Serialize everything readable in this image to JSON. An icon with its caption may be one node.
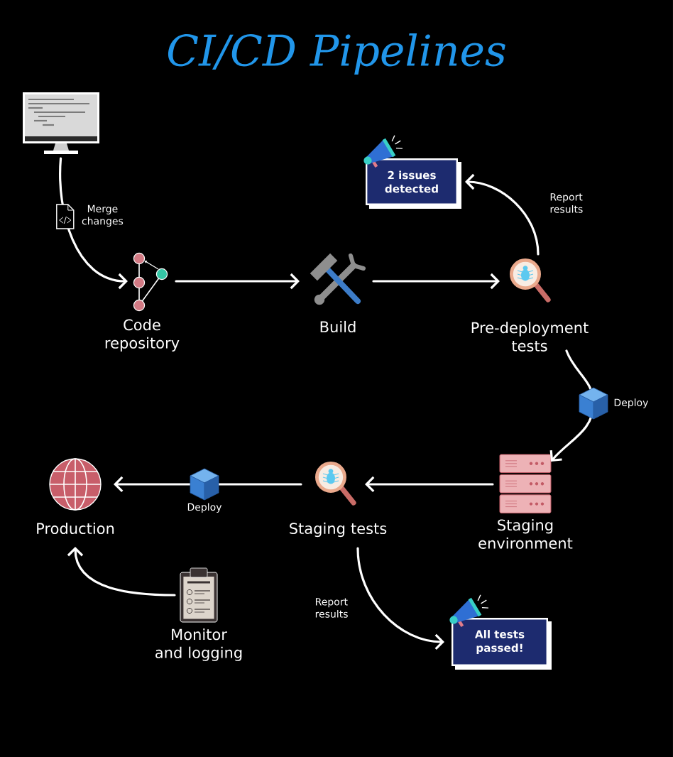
{
  "diagram": {
    "title": "CI/CD Pipelines",
    "nodes": [
      {
        "text": [],
        "shape": "picture"
      },
      {
        "text": [
          "Code repository"
        ]
      },
      {
        "text": [
          "Build"
        ]
      },
      {
        "text": [
          "Pre-deployment tests"
        ]
      },
      {
        "text": [
          "2 issues detected"
        ]
      },
      {
        "text": [
          "Staging environment"
        ]
      },
      {
        "text": [
          "Staging tests"
        ]
      },
      {
        "text": [
          "Production"
        ]
      },
      {
        "text": [
          "Monitor and logging"
        ]
      },
      {
        "text": [
          "All tests passed!"
        ]
      }
    ],
    "edges": [
      {
        "from": 0,
        "to": 1,
        "arrow": "to",
        "label": "Merge changes"
      },
      {
        "from": 1,
        "to": 2,
        "arrow": "to"
      },
      {
        "from": 2,
        "to": 3,
        "arrow": "to"
      },
      {
        "from": 3,
        "to": 4,
        "arrow": "to",
        "label": "Report results"
      },
      {
        "from": 3,
        "to": 5,
        "arrow": "to",
        "label": "Deploy"
      },
      {
        "from": 5,
        "to": 6,
        "arrow": "to"
      },
      {
        "from": 6,
        "to": 7,
        "arrow": "to",
        "label": "Deploy"
      },
      {
        "from": 6,
        "to": 9,
        "arrow": "to",
        "label": "Report results"
      },
      {
        "from": 8,
        "to": 7,
        "arrow": "to"
      }
    ]
  }
}
